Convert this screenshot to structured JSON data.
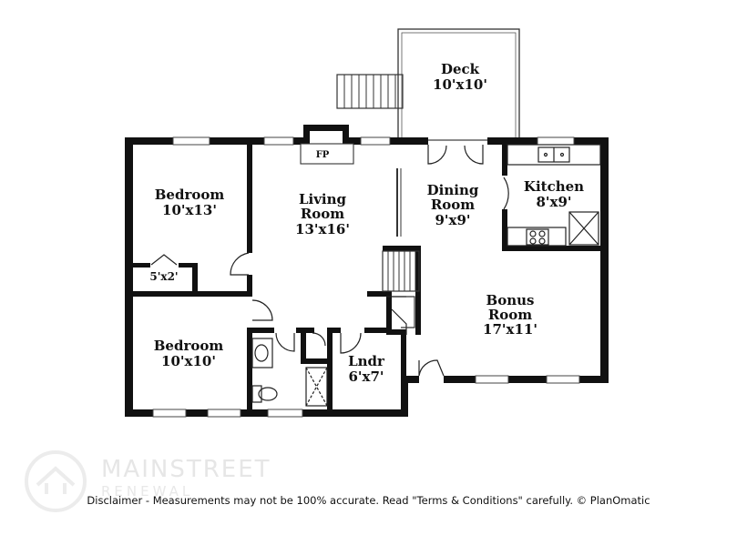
{
  "rooms": {
    "deck": {
      "name": "Deck",
      "dims": "10'x10'"
    },
    "bedroom1": {
      "name": "Bedroom",
      "dims": "10'x13'"
    },
    "living": {
      "name1": "Living",
      "name2": "Room",
      "dims": "13'x16'"
    },
    "dining": {
      "name1": "Dining",
      "name2": "Room",
      "dims": "9'x9'"
    },
    "kitchen": {
      "name": "Kitchen",
      "dims": "8'x9'"
    },
    "closet": {
      "dims": "5'x2'"
    },
    "bonus": {
      "name1": "Bonus",
      "name2": "Room",
      "dims": "17'x11'"
    },
    "bedroom2": {
      "name": "Bedroom",
      "dims": "10'x10'"
    },
    "laundry": {
      "name": "Lndr",
      "dims": "6'x7'"
    },
    "fireplace": {
      "label": "FP"
    }
  },
  "watermark": {
    "main": "MAINSTREET",
    "sub": "RENEWAL"
  },
  "disclaimer": "Disclaimer - Measurements may not be 100% accurate. Read \"Terms & Conditions\" carefully. © PlanOmatic",
  "colors": {
    "wall": "#111111",
    "watermark": "#e6e6e6"
  }
}
